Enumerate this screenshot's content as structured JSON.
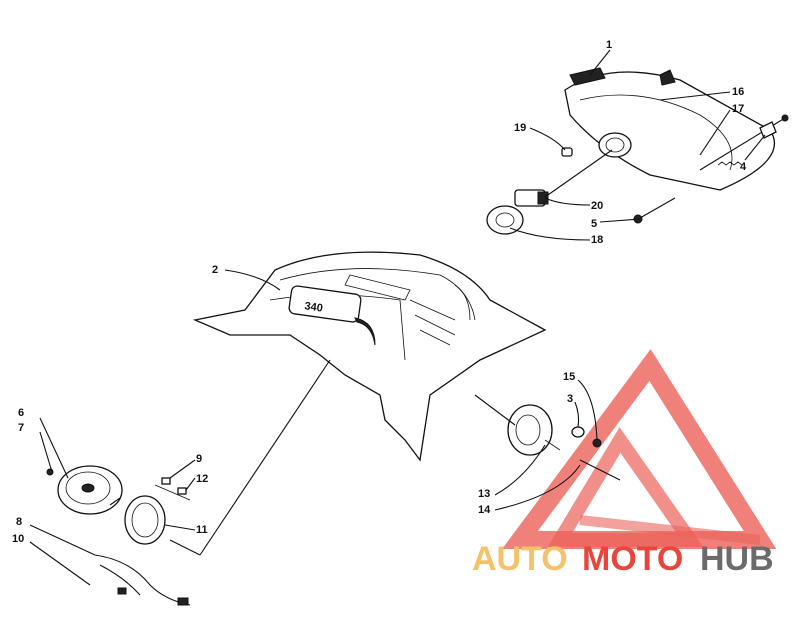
{
  "callouts": [
    {
      "id": "1",
      "text": "1"
    },
    {
      "id": "2",
      "text": "2"
    },
    {
      "id": "3",
      "text": "3"
    },
    {
      "id": "4",
      "text": "4"
    },
    {
      "id": "5",
      "text": "5"
    },
    {
      "id": "6",
      "text": "6"
    },
    {
      "id": "7",
      "text": "7"
    },
    {
      "id": "8",
      "text": "8"
    },
    {
      "id": "9",
      "text": "9"
    },
    {
      "id": "10",
      "text": "10"
    },
    {
      "id": "11",
      "text": "11"
    },
    {
      "id": "12",
      "text": "12"
    },
    {
      "id": "13",
      "text": "13"
    },
    {
      "id": "14",
      "text": "14"
    },
    {
      "id": "15",
      "text": "15"
    },
    {
      "id": "16",
      "text": "16"
    },
    {
      "id": "17",
      "text": "17"
    },
    {
      "id": "18",
      "text": "18"
    },
    {
      "id": "19",
      "text": "19"
    },
    {
      "id": "20",
      "text": "20"
    }
  ],
  "hood_badge": "340",
  "watermark": {
    "part1": "AUTO",
    "part2": "MOTO",
    "part3": "HUB",
    "color_light": "#f5c26b",
    "color_red": "#e8463c",
    "color_gray": "#6b6b6b"
  }
}
